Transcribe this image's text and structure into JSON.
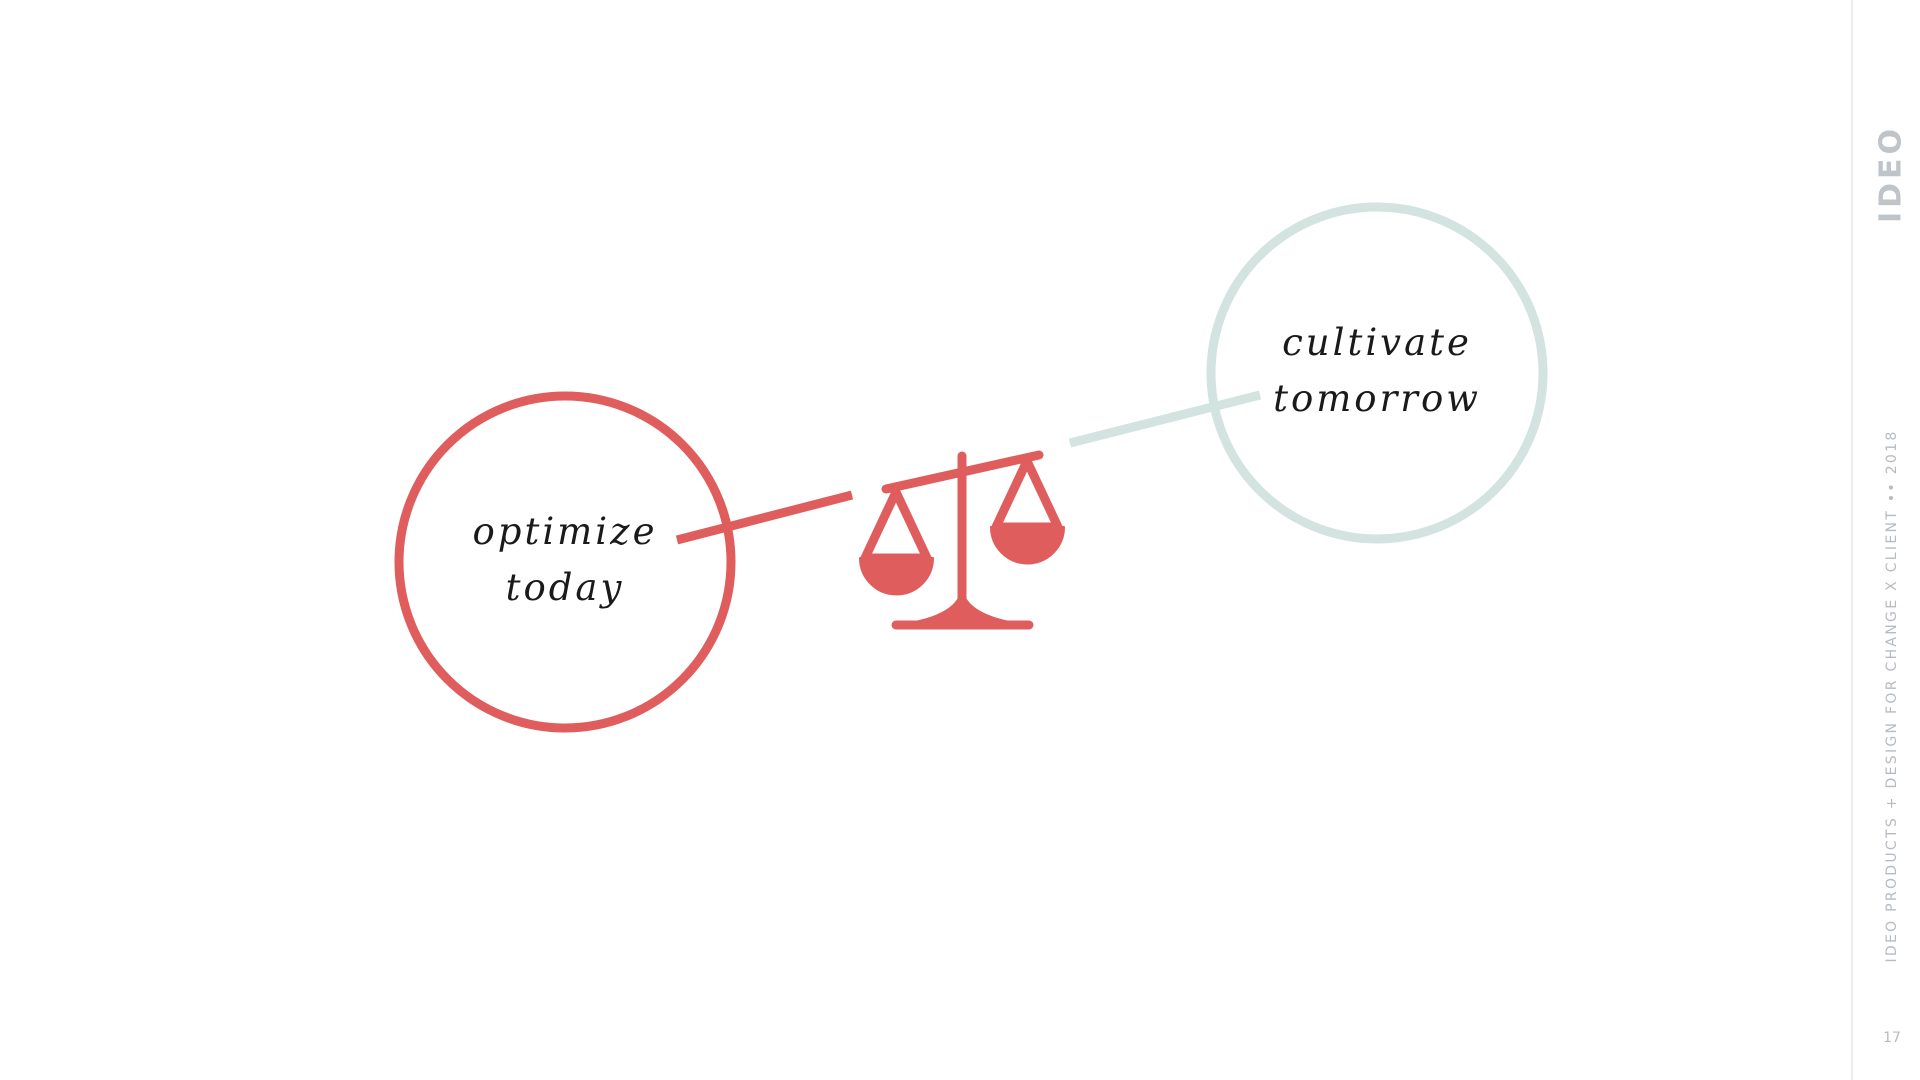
{
  "diagram": {
    "left_node": {
      "line1": "optimize",
      "line2": "today"
    },
    "right_node": {
      "line1": "cultivate",
      "line2": "tomorrow"
    },
    "icon": "balance-scale-icon",
    "colors": {
      "accent": "#e05d5d",
      "muted": "#d2e3e0",
      "text": "#1a1a1a",
      "sidebar_text": "#b5bbc1"
    }
  },
  "sidebar": {
    "logo": "IDEO",
    "credit": "IDEO PRODUCTS + DESIGN FOR CHANGE X CLIENT •• 2018",
    "page_number": "17"
  }
}
